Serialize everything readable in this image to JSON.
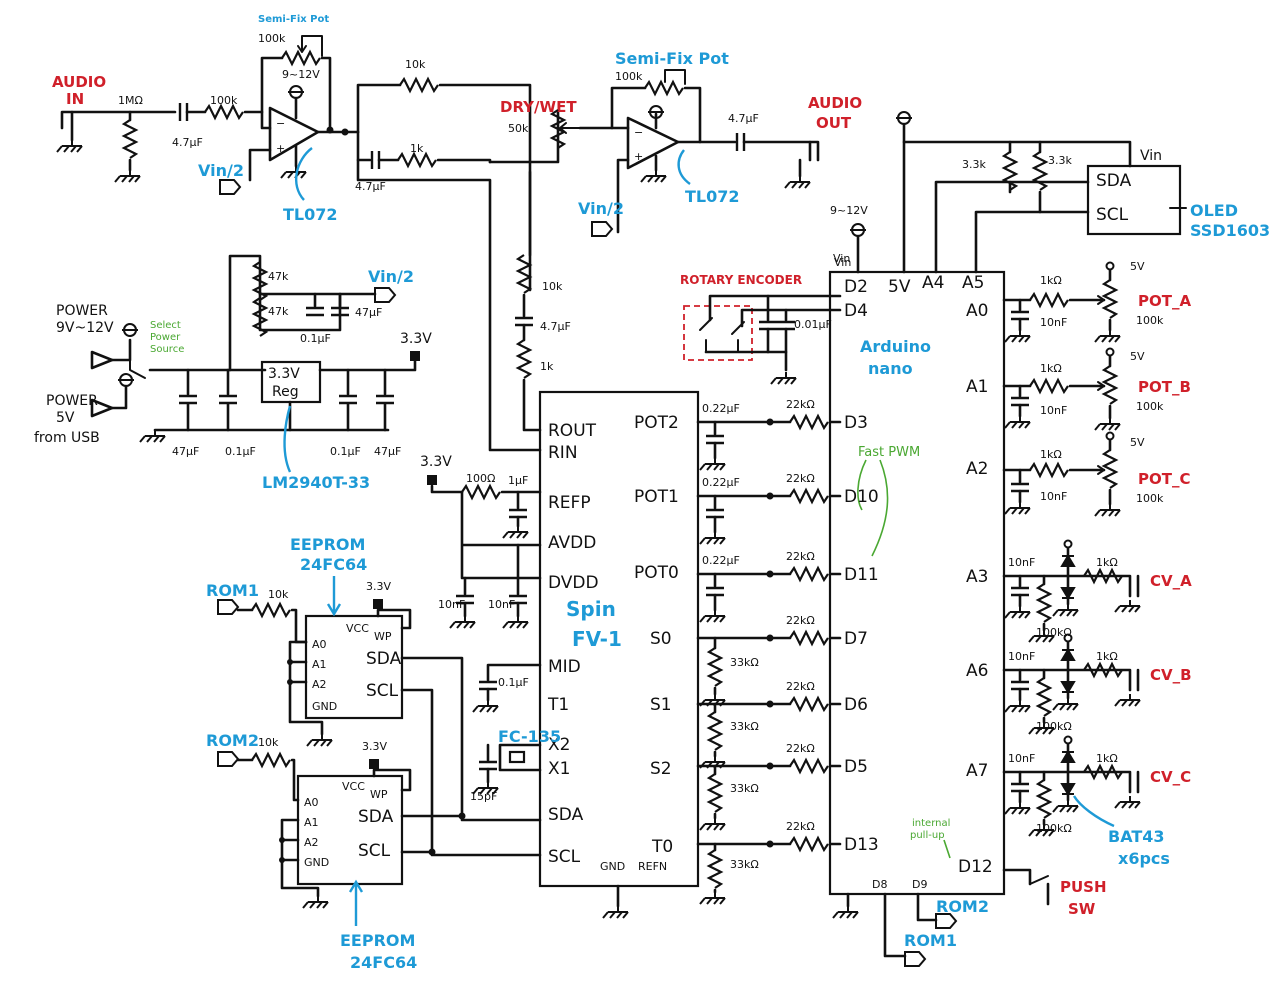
{
  "labels": {
    "audio_in": [
      "AUDIO",
      "IN"
    ],
    "audio_out": [
      "AUDIO",
      "OUT"
    ],
    "semi_fix_pot_1": "Semi-Fix Pot",
    "semi_fix_pot_2": "Semi-Fix Pot",
    "dry_wet": "DRY/WET",
    "dry_wet_val": "50k",
    "tl072_1": "TL072",
    "tl072_2": "TL072",
    "vin2_1": "Vin/2",
    "vin2_2": "Vin/2",
    "vin2_3": "Vin/2",
    "rotary_encoder": "ROTARY ENCODER",
    "oled": [
      "OLED",
      "SSD1603"
    ],
    "arduino": [
      "Arduino",
      "nano"
    ],
    "spin": [
      "Spin",
      "FV-1"
    ],
    "eeprom_1": [
      "EEPROM",
      "24FC64"
    ],
    "eeprom_2": [
      "EEPROM",
      "24FC64"
    ],
    "lm2940": "LM2940T-33",
    "reg": [
      "3.3V",
      "Reg"
    ],
    "fc135": "FC-135",
    "bat43": [
      "BAT43",
      "x6pcs"
    ],
    "push_sw": [
      "PUSH",
      "SW"
    ],
    "fast_pwm": "Fast PWM",
    "internal_pullup": [
      "internal",
      "pull-up"
    ],
    "select_power": [
      "Select",
      "Power",
      "Source"
    ],
    "power_9v": [
      "POWER",
      "9V~12V"
    ],
    "power_5v": [
      "POWER",
      "5V",
      "from USB"
    ],
    "rom1_a": "ROM1",
    "rom2_a": "ROM2",
    "rom1_b": "ROM1",
    "rom2_b": "ROM2",
    "pot_a": [
      "POT_A",
      "100k"
    ],
    "pot_b": [
      "POT_B",
      "100k"
    ],
    "pot_c": [
      "POT_C",
      "100k"
    ],
    "cv_a": "CV_A",
    "cv_b": "CV_B",
    "cv_c": "CV_C"
  },
  "values": {
    "r_1m": "1MΩ",
    "c_47u_in": "4.7μF",
    "r_100k_in": "100k",
    "pot_100k_1": "100k",
    "op_supply": "9~12V",
    "r_10k_top": "10k",
    "r_1k_mid": "1k",
    "c_47u_mid": "4.7μF",
    "pot_100k_2": "100k",
    "c_47u_out": "4.7μF",
    "r_10k_v": "10k",
    "c_47u_v": "4.7μF",
    "r_1k_v": "1k",
    "r_33k_1": "3.3k",
    "r_33k_2": "3.3k",
    "vin_supply": "9~12V",
    "vin_label": "Vin",
    "r_47k_1": "47k",
    "r_47k_2": "47k",
    "c_47u_div": "47μF",
    "c_01u_div": "0.1μF",
    "c_47u_a": "47μF",
    "c_01u_a": "0.1μF",
    "c_01u_b": "0.1μF",
    "c_47u_b": "47μF",
    "v33_1": "3.3V",
    "v33_2": "3.3V",
    "v33_3": "3.3V",
    "v33_4": "3.3V",
    "r_100ohm": "100Ω",
    "c_1u": "1μF",
    "c_10n_1": "10nF",
    "c_10n_2": "10nF",
    "c_01u_mid": "0.1μF",
    "c_15p": "15pF",
    "c_022_1": "0.22μF",
    "c_022_2": "0.22μF",
    "c_022_3": "0.22μF",
    "r_22k": "22kΩ",
    "r_33k_s": "33kΩ",
    "c_001u": "0.01μF",
    "r_1k_a": "1kΩ",
    "c_10n_a": "10nF",
    "v5": "5V",
    "r_100k_cv": "100kΩ",
    "r_1k_cv": "1kΩ",
    "c_10n_cv": "10nF",
    "r_10k_rom": "10k"
  },
  "pins": {
    "spin_left": [
      "ROUT",
      "RIN",
      "REFP",
      "AVDD",
      "DVDD",
      "MID",
      "T1",
      "X2",
      "X1",
      "SDA",
      "SCL"
    ],
    "spin_right": [
      "POT2",
      "POT1",
      "POT0",
      "S0",
      "S1",
      "S2",
      "T0"
    ],
    "spin_bottom": [
      "GND",
      "REFN"
    ],
    "nano_left": [
      "D2",
      "D4",
      "D3",
      "D10",
      "D11",
      "D7",
      "D6",
      "D5",
      "D13"
    ],
    "nano_top": [
      "Vin",
      "5V",
      "A4",
      "A5"
    ],
    "nano_right": [
      "A0",
      "A1",
      "A2",
      "A3",
      "A6",
      "A7",
      "D12"
    ],
    "nano_bottom": [
      "D8",
      "D9"
    ],
    "eeprom": [
      "A0",
      "A1",
      "A2",
      "GND",
      "VCC",
      "WP",
      "SDA",
      "SCL"
    ],
    "oled": [
      "SDA",
      "SCL",
      "Vin"
    ]
  }
}
